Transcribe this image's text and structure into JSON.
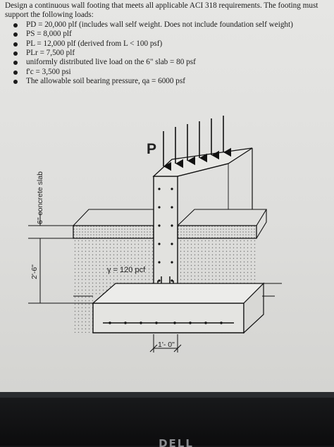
{
  "problem": {
    "intro": "Design a continuous wall footing that meets all applicable ACI 318 requirements.  The footing must support the following loads:",
    "loads": [
      "PD = 20,000 plf (includes wall self weight. Does not include foundation self weight)",
      "PS = 8,000 plf",
      "PL = 12,000 plf (derived from L < 100 psf)",
      "PLr = 7,500 plf",
      "uniformly distributed live load on the 6\" slab = 80 psf",
      "f'c = 3,500 psi",
      "The allowable soil bearing pressure, qa = 6000 psf"
    ]
  },
  "diagram": {
    "load_label": "P",
    "slab_label": "6\" concrete slab",
    "depth_label": "2'-6\"",
    "soil_label": "γ = 120 pcf",
    "wall_width_label": "1'- 0\""
  },
  "monitor": {
    "brand": "DELL"
  }
}
